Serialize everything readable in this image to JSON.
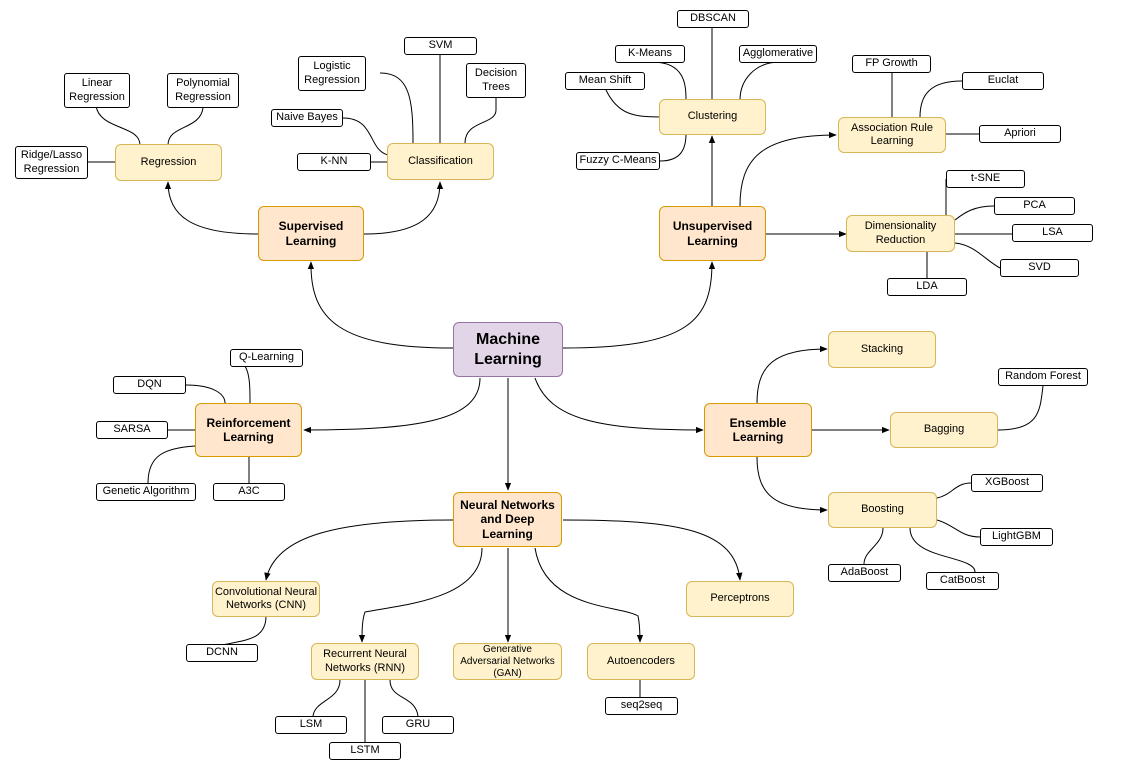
{
  "root": {
    "label": "Machine\nLearning"
  },
  "supervised": {
    "label": "Supervised\nLearning",
    "regression": {
      "label": "Regression",
      "leaves": {
        "linear": "Linear\nRegression",
        "polynomial": "Polynomial\nRegression",
        "ridge": "Ridge/Lasso\nRegression"
      }
    },
    "classification": {
      "label": "Classification",
      "leaves": {
        "logistic": "Logistic\nRegression",
        "svm": "SVM",
        "decision": "Decision\nTrees",
        "naive": "Naive Bayes",
        "knn": "K-NN"
      }
    }
  },
  "unsupervised": {
    "label": "Unsupervised\nLearning",
    "clustering": {
      "label": "Clustering",
      "leaves": {
        "dbscan": "DBSCAN",
        "kmeans": "K-Means",
        "agglomerative": "Agglomerative",
        "meanshift": "Mean Shift",
        "fuzzy": "Fuzzy C-Means"
      }
    },
    "association": {
      "label": "Association Rule\nLearning",
      "leaves": {
        "fpgrowth": "FP Growth",
        "euclat": "Euclat",
        "apriori": "Apriori"
      }
    },
    "dimensionality": {
      "label": "Dimensionality\nReduction",
      "leaves": {
        "tsne": "t-SNE",
        "pca": "PCA",
        "lsa": "LSA",
        "svd": "SVD",
        "lda": "LDA"
      }
    }
  },
  "reinforcement": {
    "label": "Reinforcement\nLearning",
    "leaves": {
      "qlearning": "Q-Learning",
      "dqn": "DQN",
      "sarsa": "SARSA",
      "genetic": "Genetic Algorithm",
      "a3c": "A3C"
    }
  },
  "ensemble": {
    "label": "Ensemble\nLearning",
    "stacking": {
      "label": "Stacking"
    },
    "bagging": {
      "label": "Bagging",
      "leaves": {
        "randomforest": "Random Forest"
      }
    },
    "boosting": {
      "label": "Boosting",
      "leaves": {
        "xgboost": "XGBoost",
        "lightgbm": "LightGBM",
        "adaboost": "AdaBoost",
        "catboost": "CatBoost"
      }
    }
  },
  "neural": {
    "label": "Neural Networks\nand Deep\nLearning",
    "cnn": {
      "label": "Convolutional Neural\nNetworks (CNN)",
      "leaves": {
        "dcnn": "DCNN"
      }
    },
    "rnn": {
      "label": "Recurrent Neural\nNetworks (RNN)",
      "leaves": {
        "lsm": "LSM",
        "lstm": "LSTM",
        "gru": "GRU"
      }
    },
    "gan": {
      "label": "Generative\nAdversarial Networks\n(GAN)"
    },
    "autoencoders": {
      "label": "Autoencoders",
      "leaves": {
        "seq2seq": "seq2seq"
      }
    },
    "perceptrons": {
      "label": "Perceptrons"
    }
  },
  "colors": {
    "root_fill": "#e1d5e7",
    "root_border": "#9673a6",
    "category_fill": "#ffe6cc",
    "category_border": "#d79b00",
    "subcategory_fill": "#fff2cc",
    "subcategory_border": "#d6b656",
    "leaf_fill": "#ffffff",
    "leaf_border": "#000000"
  }
}
